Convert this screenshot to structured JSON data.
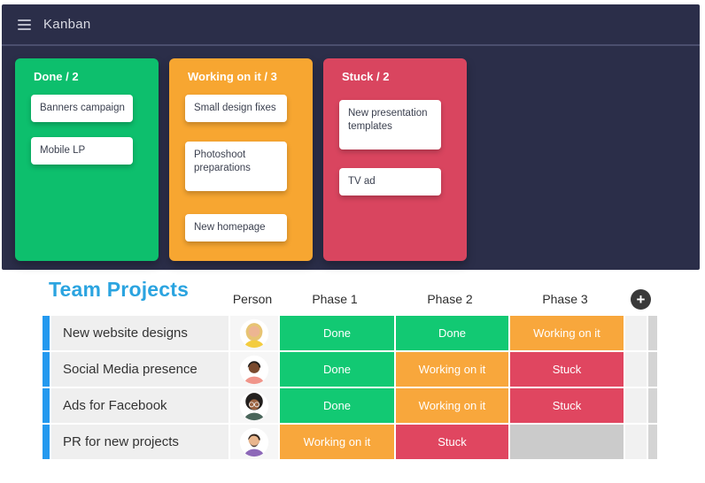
{
  "topbar": {
    "title": "Kanban"
  },
  "board": {
    "columns": [
      {
        "label": "Done / 2",
        "color": "#0dbf6d",
        "cards": [
          {
            "text": "Banners campaign"
          },
          {
            "text": "Mobile LP"
          }
        ]
      },
      {
        "label": "Working on it / 3",
        "color": "#f7a631",
        "cards": [
          {
            "text": "Small design fixes"
          },
          {
            "text": "Photoshoot preparations"
          },
          {
            "text": "New homepage"
          }
        ]
      },
      {
        "label": "Stuck / 2",
        "color": "#d9455f",
        "cards": [
          {
            "text": "New presentation templates"
          },
          {
            "text": "TV ad"
          }
        ]
      }
    ]
  },
  "table": {
    "title": "Team Projects",
    "title_color": "#2ba4e0",
    "row_accent_color": "#2499ef",
    "headers": {
      "person": "Person",
      "phase1": "Phase 1",
      "phase2": "Phase 2",
      "phase3": "Phase 3"
    },
    "add_button_icon": "+",
    "status_colors": {
      "done": "#12c973",
      "working": "#f8a73c",
      "stuck": "#e04660",
      "empty": "#cbcbcb"
    },
    "rows": [
      {
        "name": "New website designs",
        "avatar": {
          "skin": "#edb592",
          "hair": "#e7c473",
          "shirt": "#f3cc3f"
        },
        "phases": [
          {
            "label": "Done",
            "color": "#12c973"
          },
          {
            "label": "Done",
            "color": "#12c973"
          },
          {
            "label": "Working on it",
            "color": "#f8a73c"
          }
        ]
      },
      {
        "name": "Social Media presence",
        "avatar": {
          "skin": "#7a4a2e",
          "hair": "#241f1c",
          "shirt": "#f0958a"
        },
        "phases": [
          {
            "label": "Done",
            "color": "#12c973"
          },
          {
            "label": "Working on it",
            "color": "#f8a73c"
          },
          {
            "label": "Stuck",
            "color": "#e04660"
          }
        ]
      },
      {
        "name": "Ads for Facebook",
        "avatar": {
          "skin": "#9c6442",
          "hair": "#23201e",
          "shirt": "#49655a"
        },
        "phases": [
          {
            "label": "Done",
            "color": "#12c973"
          },
          {
            "label": "Working on it",
            "color": "#f8a73c"
          },
          {
            "label": "Stuck",
            "color": "#e04660"
          }
        ]
      },
      {
        "name": "PR for new projects",
        "avatar": {
          "skin": "#e9b68d",
          "hair": "#33261f",
          "shirt": "#8d68b8"
        },
        "phases": [
          {
            "label": "Working on it",
            "color": "#f8a73c"
          },
          {
            "label": "Stuck",
            "color": "#e04660"
          },
          {
            "label": "",
            "color": "#cbcbcb"
          }
        ]
      }
    ]
  }
}
